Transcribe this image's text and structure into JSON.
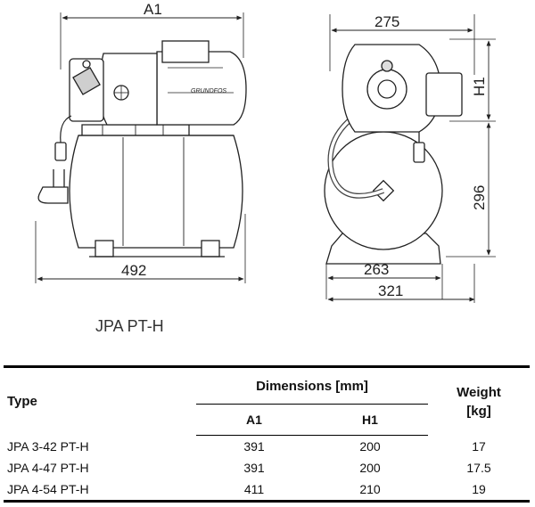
{
  "drawing": {
    "dims": {
      "a1": "A1",
      "d275": "275",
      "h1": "H1",
      "d296": "296",
      "d492": "492",
      "d263": "263",
      "d321": "321"
    },
    "brand_mark": "GRUNDFOS"
  },
  "caption": "JPA PT-H",
  "table": {
    "type_header": "Type",
    "dimensions_header": "Dimensions [mm]",
    "a1_header": "A1",
    "h1_header": "H1",
    "weight_header_1": "Weight",
    "weight_header_2": "[kg]",
    "rows": [
      {
        "type": "JPA 3-42 PT-H",
        "a1": "391",
        "h1": "200",
        "weight": "17"
      },
      {
        "type": "JPA 4-47 PT-H",
        "a1": "391",
        "h1": "200",
        "weight": "17.5"
      },
      {
        "type": "JPA 4-54 PT-H",
        "a1": "411",
        "h1": "210",
        "weight": "19"
      }
    ]
  }
}
